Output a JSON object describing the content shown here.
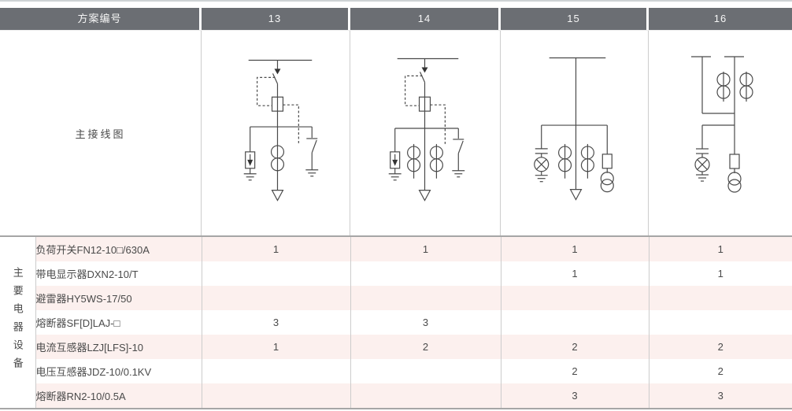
{
  "header": {
    "label": "方案编号",
    "schemes": [
      "13",
      "14",
      "15",
      "16"
    ]
  },
  "diagram_row": {
    "label": "主接线图"
  },
  "equipment": {
    "side_label": "主要电器设备",
    "rows": [
      {
        "name": "负荷开关FN12-10□/630A",
        "values": [
          "1",
          "1",
          "1",
          "1"
        ]
      },
      {
        "name": "带电显示器DXN2-10/T",
        "values": [
          "",
          "",
          "1",
          "1"
        ]
      },
      {
        "name": "避雷器HY5WS-17/50",
        "values": [
          "",
          "",
          "",
          ""
        ]
      },
      {
        "name": "熔断器SF[D]LAJ-□",
        "values": [
          "3",
          "3",
          "",
          ""
        ]
      },
      {
        "name": "电流互感器LZJ[LFS]-10",
        "values": [
          "1",
          "2",
          "2",
          "2"
        ]
      },
      {
        "name": "电压互感器JDZ-10/0.1KV",
        "values": [
          "",
          "",
          "2",
          "2"
        ]
      },
      {
        "name": "熔断器RN2-10/0.5A",
        "values": [
          "",
          "",
          "3",
          "3"
        ]
      }
    ]
  },
  "colors": {
    "header_bg": "#6b6e73",
    "header_text": "#f6f6f6",
    "row_stripe": "#fcf0ee",
    "border_light": "#cccccc",
    "border_heavy": "#a6a6a6",
    "top_line": "#ced2d4",
    "diagram_stroke": "#4a4a4a"
  }
}
